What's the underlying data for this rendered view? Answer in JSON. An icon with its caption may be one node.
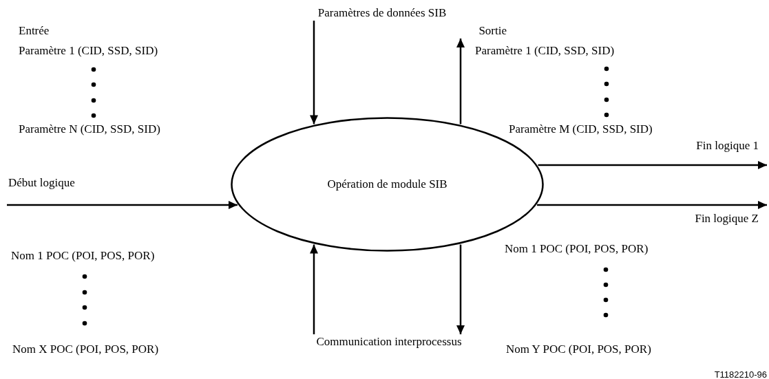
{
  "diagram": {
    "nodes": [
      {
        "text": [
          "Opération de module SIB"
        ]
      },
      {
        "text": [
          "Paramètres de données SIB"
        ]
      },
      {
        "text": [
          "Communication interprocessus"
        ]
      },
      {
        "text": [
          "Sortie"
        ]
      }
    ],
    "edges": [
      {
        "from": 1,
        "to": 0,
        "arrow": "to"
      },
      {
        "from": 0,
        "to": 3,
        "arrow": "to"
      },
      {
        "from": null,
        "to": 0,
        "arrow": "to",
        "label": "Début logique"
      },
      {
        "from": 0,
        "to": null,
        "arrow": "to",
        "label": "Fin logique 1"
      },
      {
        "from": 0,
        "to": null,
        "arrow": "to",
        "label": "Fin logique Z"
      },
      {
        "from": 2,
        "to": 0,
        "arrow": "to"
      },
      {
        "from": 0,
        "to": 2,
        "arrow": "to"
      }
    ],
    "labels": [
      "Entrée",
      "Paramètre 1 (CID, SSD, SID)",
      "Paramètre N (CID, SSD, SID)",
      "Paramètre 1 (CID, SSD, SID)",
      "Paramètre M (CID, SSD, SID)",
      "Nom 1 POC (POI, POS, POR)",
      "Nom X POC (POI, POS, POR)",
      "Nom 1 POC (POI, POS, POR)",
      "Nom Y POC (POI, POS, POR)",
      "T1182210-96"
    ]
  }
}
